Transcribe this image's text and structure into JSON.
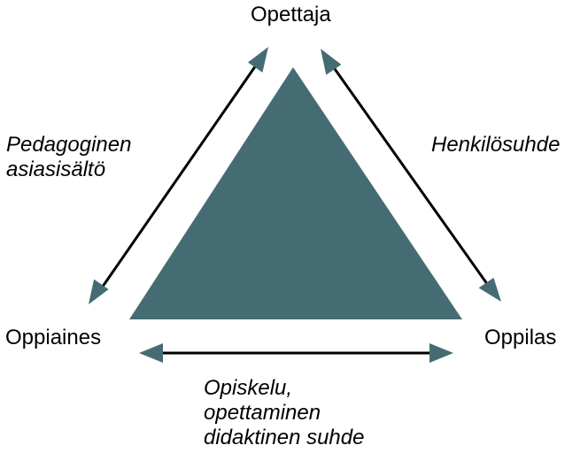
{
  "nodes": {
    "top": "Opettaja",
    "left": "Oppiaines",
    "right": "Oppilas"
  },
  "edges": {
    "left": [
      "Pedagoginen",
      "asiasisältö"
    ],
    "right": "Henkilösuhde",
    "bottom": [
      "Opiskelu,",
      "opettaminen",
      "didaktinen suhde"
    ]
  },
  "colors": {
    "triangle": "#466c73",
    "arrow_head": "#466c73",
    "arrow_line": "#000000"
  }
}
